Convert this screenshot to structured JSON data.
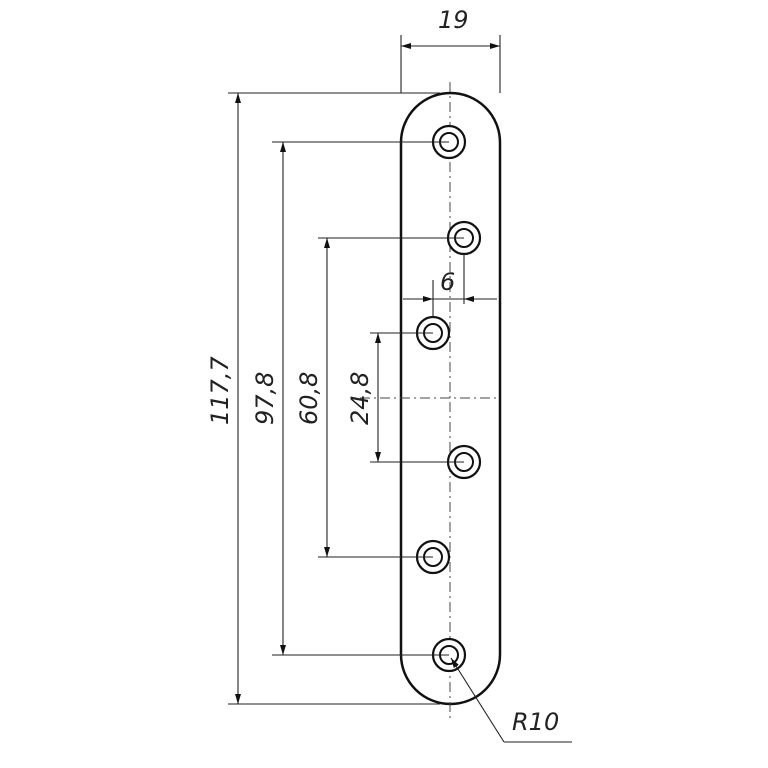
{
  "dimensions": {
    "width_top": "19",
    "total_length": "117,7",
    "outer_holes": "97,8",
    "middle_holes": "60,8",
    "inner_holes": "24,8",
    "hole_offset": "6",
    "end_radius": "R10"
  },
  "part": {
    "hole_count": 6
  },
  "colors": {
    "line": "#111111",
    "background": "#ffffff"
  }
}
